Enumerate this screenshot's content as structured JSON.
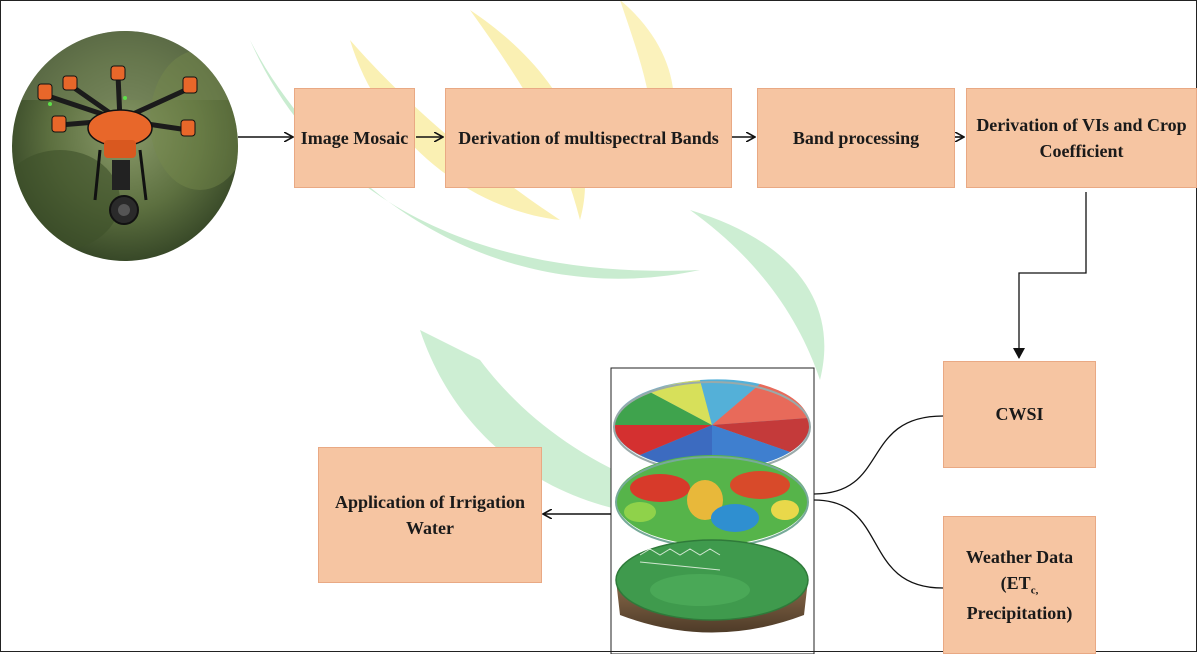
{
  "diagram": {
    "steps": {
      "image_mosaic": "Image Mosaic",
      "multispectral": "Derivation of multispectral Bands",
      "band_processing": "Band processing",
      "vis_line1": "Derivation of VIs and Crop",
      "vis_line2": "Coefficient",
      "cwsi": "CWSI",
      "weather_line1": "Weather Data",
      "weather_et": "ET",
      "weather_sub": "c,",
      "weather_rest": " Precipitation)",
      "weather_open": "(",
      "irrigation_line1": "Application of Irrigation",
      "irrigation_line2": "Water"
    },
    "icons": {
      "drone": "drone-photo",
      "layers": "layered-map-stack",
      "watermark": "leaf-watermark"
    },
    "colors": {
      "box_fill": "#f6c5a2",
      "box_border": "#e9a984",
      "watermark_green": "#c9ecd0",
      "watermark_yellow": "#faf0b3"
    }
  }
}
